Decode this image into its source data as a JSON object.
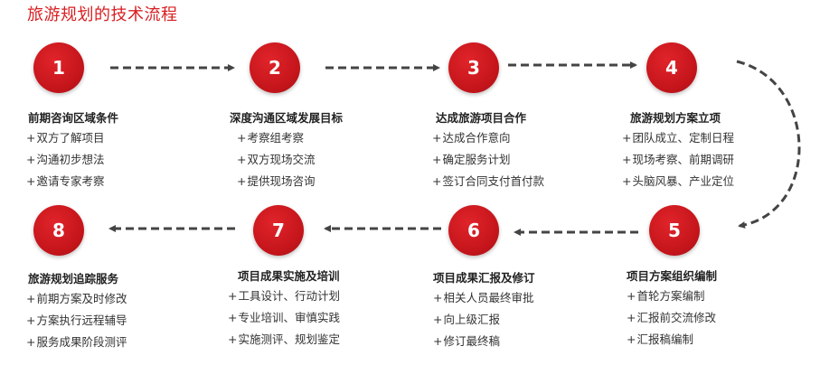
{
  "header": {
    "title": "旅游规划的技术流程"
  },
  "steps": [
    {
      "number": "1",
      "title": "前期咨询区域条件",
      "items": [
        "双方了解项目",
        "沟通初步想法",
        "邀请专家考察"
      ]
    },
    {
      "number": "2",
      "title": "深度沟通区域发展目标",
      "items": [
        "考察组考察",
        "双方现场交流",
        "提供现场咨询"
      ]
    },
    {
      "number": "3",
      "title": "达成旅游项目合作",
      "items": [
        "达成合作意向",
        "确定服务计划",
        "签订合同支付首付款"
      ]
    },
    {
      "number": "4",
      "title": "旅游规划方案立项",
      "items": [
        "团队成立、定制日程",
        "现场考察、前期调研",
        "头脑风暴、产业定位"
      ]
    },
    {
      "number": "5",
      "title": "项目方案组织编制",
      "items": [
        "首轮方案编制",
        "汇报前交流修改",
        "汇报稿编制"
      ]
    },
    {
      "number": "6",
      "title": "项目成果汇报及修订",
      "items": [
        "相关人员最终审批",
        "向上级汇报",
        "修订最终稿"
      ]
    },
    {
      "number": "7",
      "title": "项目成果实施及培训",
      "items": [
        "工具设计、行动计划",
        "专业培训、审慎实践",
        "实施测评、规划鉴定"
      ]
    },
    {
      "number": "8",
      "title": "旅游规划追踪服务",
      "items": [
        "前期方案及时修改",
        "方案执行远程辅导",
        "服务成果阶段测评"
      ]
    }
  ],
  "colors": {
    "accent": "#c4151b",
    "arrow": "#444444"
  }
}
